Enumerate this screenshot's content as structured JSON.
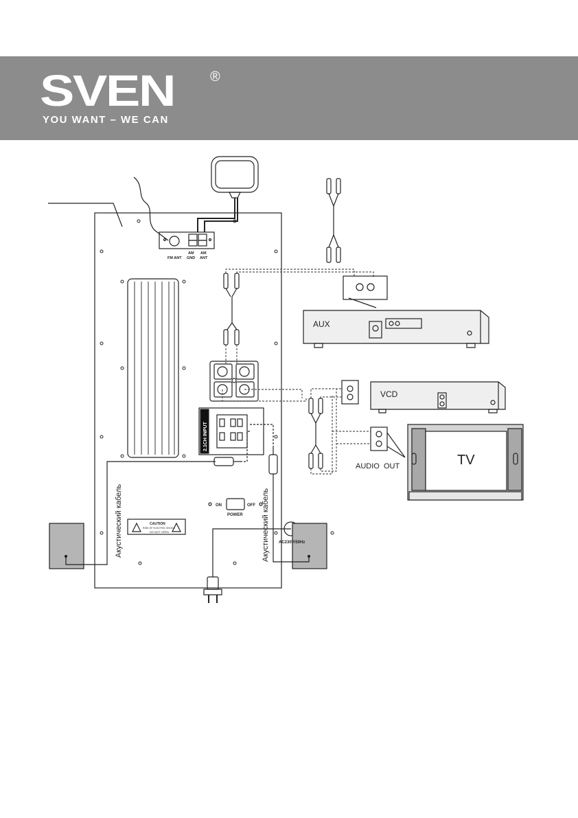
{
  "brand": {
    "logo_text": "SVEN",
    "registered_mark": "®",
    "slogan": "YOU WANT – WE CAN"
  },
  "subwoofer": {
    "fm_ant": "FM ANT",
    "am_gnd": [
      "AM",
      "GND"
    ],
    "am_ant": [
      "AM",
      "ANT"
    ],
    "input_label": "2.1CH INPUT",
    "power_on": "ON",
    "power_off": "OFF",
    "power_label": "POWER",
    "caution_title": "CAUTION",
    "caution_line1": "RISK OF ELECTRIC SHOCK",
    "caution_line2": "DO NOT OPEN",
    "mains_label": "AC230V/50Hz",
    "cable_left": "Акустический кабель",
    "cable_right": "Акустический кабель"
  },
  "devices": {
    "aux": "AUX",
    "vcd": "VCD",
    "tv": "TV",
    "audio_out": "AUDIO  OUT"
  },
  "colors": {
    "banner": "#8c8c8c",
    "line": "#222222",
    "dashed": "#555555"
  }
}
